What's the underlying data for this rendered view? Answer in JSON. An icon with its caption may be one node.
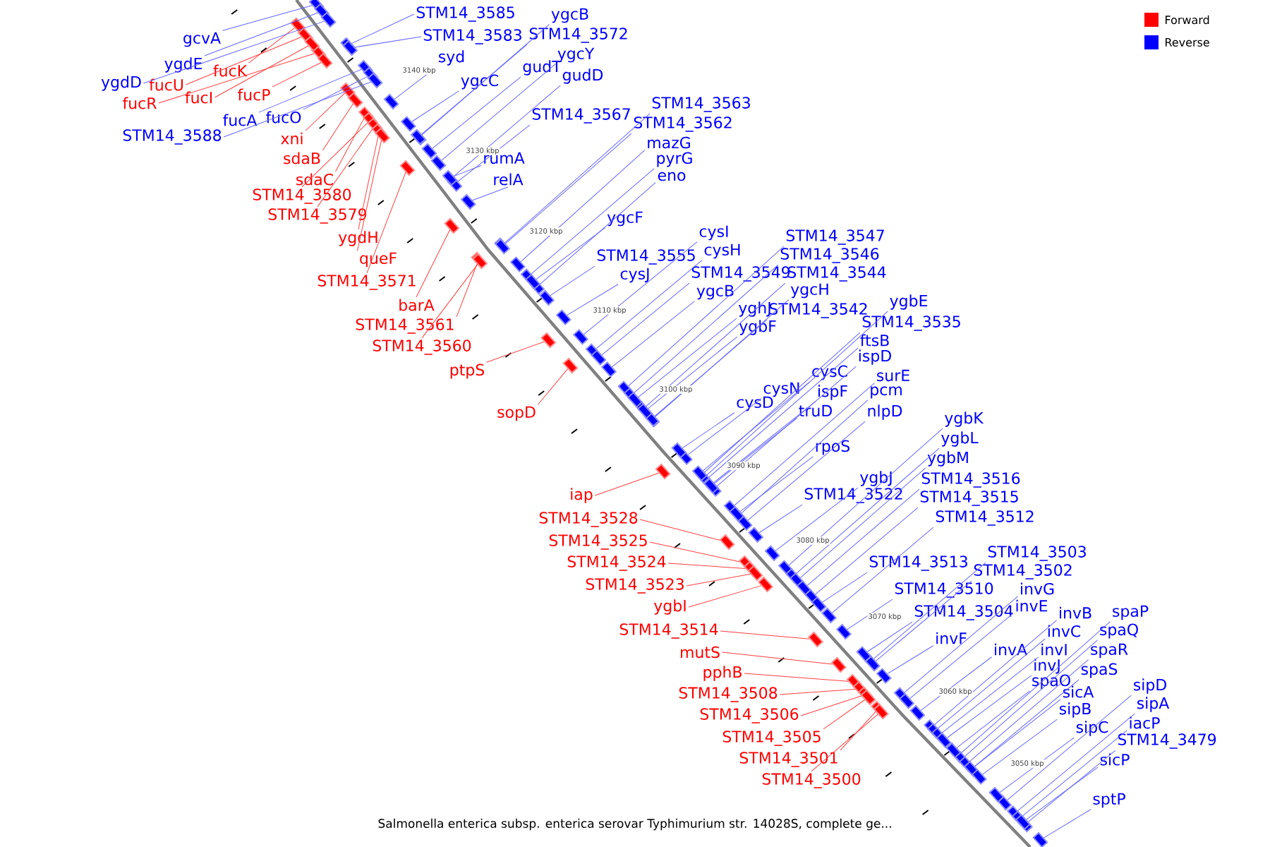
{
  "diagram": {
    "caption": "Salmonella enterica subsp. enterica serovar Typhimurium str. 14028S, complete ge...",
    "nodes": [
      {
        "text": [
          "gcvA"
        ]
      },
      {
        "text": [
          "ygdE"
        ]
      },
      {
        "text": [
          "fucK"
        ]
      },
      {
        "text": [
          "ygdD"
        ]
      },
      {
        "text": [
          "fucU"
        ]
      },
      {
        "text": [
          "fucR"
        ]
      },
      {
        "text": [
          "fucI"
        ]
      },
      {
        "text": [
          "fucP"
        ]
      },
      {
        "text": [
          "fucA"
        ]
      },
      {
        "text": [
          "fucO"
        ]
      },
      {
        "text": [
          "STM14_3588"
        ]
      },
      {
        "text": [
          "xni"
        ]
      },
      {
        "text": [
          "sdaB"
        ]
      },
      {
        "text": [
          "sdaC"
        ]
      },
      {
        "text": [
          "STM14_3580"
        ]
      },
      {
        "text": [
          "STM14_3579"
        ]
      },
      {
        "text": [
          "ygdH"
        ]
      },
      {
        "text": [
          "queF"
        ]
      },
      {
        "text": [
          "STM14_3571"
        ]
      },
      {
        "text": [
          "barA"
        ]
      },
      {
        "text": [
          "STM14_3561"
        ]
      },
      {
        "text": [
          "STM14_3560"
        ]
      },
      {
        "text": [
          "ptpS"
        ]
      },
      {
        "text": [
          "sopD"
        ]
      },
      {
        "text": [
          "iap"
        ]
      },
      {
        "text": [
          "STM14_3528"
        ]
      },
      {
        "text": [
          "STM14_3525"
        ]
      },
      {
        "text": [
          "STM14_3524"
        ]
      },
      {
        "text": [
          "STM14_3523"
        ]
      },
      {
        "text": [
          "ygbI"
        ]
      },
      {
        "text": [
          "STM14_3514"
        ]
      },
      {
        "text": [
          "mutS"
        ]
      },
      {
        "text": [
          "pphB"
        ]
      },
      {
        "text": [
          "STM14_3508"
        ]
      },
      {
        "text": [
          "STM14_3506"
        ]
      },
      {
        "text": [
          "STM14_3505"
        ]
      },
      {
        "text": [
          "STM14_3501"
        ]
      },
      {
        "text": [
          "STM14_3500"
        ]
      },
      {
        "text": [
          "STM14_3585"
        ]
      },
      {
        "text": [
          "ygcB"
        ]
      },
      {
        "text": [
          "STM14_3583"
        ]
      },
      {
        "text": [
          "STM14_3572"
        ]
      },
      {
        "text": [
          "ygcY"
        ]
      },
      {
        "text": [
          "syd"
        ]
      },
      {
        "text": [
          "gudT"
        ]
      },
      {
        "text": [
          "gudD"
        ]
      },
      {
        "text": [
          "ygcC"
        ]
      },
      {
        "text": [
          "STM14_3563"
        ]
      },
      {
        "text": [
          "STM14_3567"
        ]
      },
      {
        "text": [
          "STM14_3562"
        ]
      },
      {
        "text": [
          "mazG"
        ]
      },
      {
        "text": [
          "rumA"
        ]
      },
      {
        "text": [
          "pyrG"
        ]
      },
      {
        "text": [
          "eno"
        ]
      },
      {
        "text": [
          "relA"
        ]
      },
      {
        "text": [
          "ygcF"
        ]
      },
      {
        "text": [
          "cysI"
        ]
      },
      {
        "text": [
          "STM14_3547"
        ]
      },
      {
        "text": [
          "cysH"
        ]
      },
      {
        "text": [
          "STM14_3546"
        ]
      },
      {
        "text": [
          "STM14_3555"
        ]
      },
      {
        "text": [
          "STM14_3549"
        ]
      },
      {
        "text": [
          "STM14_3544"
        ]
      },
      {
        "text": [
          "cysJ"
        ]
      },
      {
        "text": [
          "ygcH"
        ]
      },
      {
        "text": [
          "ygcB"
        ]
      },
      {
        "text": [
          "ygbE"
        ]
      },
      {
        "text": [
          "STM14_3542"
        ]
      },
      {
        "text": [
          "yghJ"
        ]
      },
      {
        "text": [
          "STM14_3535"
        ]
      },
      {
        "text": [
          "ygbF"
        ]
      },
      {
        "text": [
          "ftsB"
        ]
      },
      {
        "text": [
          "ispD"
        ]
      },
      {
        "text": [
          "cysC"
        ]
      },
      {
        "text": [
          "surE"
        ]
      },
      {
        "text": [
          "cysN"
        ]
      },
      {
        "text": [
          "ispF"
        ]
      },
      {
        "text": [
          "pcm"
        ]
      },
      {
        "text": [
          "cysD"
        ]
      },
      {
        "text": [
          "truD"
        ]
      },
      {
        "text": [
          "nlpD"
        ]
      },
      {
        "text": [
          "ygbK"
        ]
      },
      {
        "text": [
          "ygbL"
        ]
      },
      {
        "text": [
          "rpoS"
        ]
      },
      {
        "text": [
          "ygbM"
        ]
      },
      {
        "text": [
          "ygbJ"
        ]
      },
      {
        "text": [
          "STM14_3516"
        ]
      },
      {
        "text": [
          "STM14_3522"
        ]
      },
      {
        "text": [
          "STM14_3515"
        ]
      },
      {
        "text": [
          "STM14_3512"
        ]
      },
      {
        "text": [
          "STM14_3503"
        ]
      },
      {
        "text": [
          "STM14_3513"
        ]
      },
      {
        "text": [
          "STM14_3502"
        ]
      },
      {
        "text": [
          "invG"
        ]
      },
      {
        "text": [
          "STM14_3510"
        ]
      },
      {
        "text": [
          "invE"
        ]
      },
      {
        "text": [
          "invB"
        ]
      },
      {
        "text": [
          "spaP"
        ]
      },
      {
        "text": [
          "STM14_3504"
        ]
      },
      {
        "text": [
          "invC"
        ]
      },
      {
        "text": [
          "spaQ"
        ]
      },
      {
        "text": [
          "invF"
        ]
      },
      {
        "text": [
          "invA"
        ]
      },
      {
        "text": [
          "invI"
        ]
      },
      {
        "text": [
          "spaR"
        ]
      },
      {
        "text": [
          "invJ"
        ]
      },
      {
        "text": [
          "spaS"
        ]
      },
      {
        "text": [
          "spaO"
        ]
      },
      {
        "text": [
          "sipD"
        ]
      },
      {
        "text": [
          "sicA"
        ]
      },
      {
        "text": [
          "sipA"
        ]
      },
      {
        "text": [
          "sipB"
        ]
      },
      {
        "text": [
          "iacP"
        ]
      },
      {
        "text": [
          "sipC"
        ]
      },
      {
        "text": [
          "STM14_3479"
        ]
      },
      {
        "text": [
          "sicP"
        ]
      },
      {
        "text": [
          "sptP"
        ]
      },
      {
        "text": [],
        "shape": "box"
      },
      {
        "text": [],
        "shape": "box"
      },
      {
        "text": [],
        "shape": "box"
      },
      {
        "text": [],
        "shape": "box"
      },
      {
        "text": [],
        "shape": "box"
      },
      {
        "text": [],
        "shape": "box"
      },
      {
        "text": [],
        "shape": "box"
      },
      {
        "text": [],
        "shape": "box"
      },
      {
        "text": [],
        "shape": "box"
      },
      {
        "text": [],
        "shape": "box"
      },
      {
        "text": [],
        "shape": "box"
      },
      {
        "text": [],
        "shape": "box"
      },
      {
        "text": [],
        "shape": "box"
      },
      {
        "text": [],
        "shape": "box"
      },
      {
        "text": [],
        "shape": "box"
      },
      {
        "text": [],
        "shape": "box"
      },
      {
        "text": [],
        "shape": "box"
      },
      {
        "text": [],
        "shape": "box"
      },
      {
        "text": [],
        "shape": "box"
      },
      {
        "text": [],
        "shape": "box"
      },
      {
        "text": [],
        "shape": "box"
      },
      {
        "text": [],
        "shape": "box"
      },
      {
        "text": [],
        "shape": "box"
      },
      {
        "text": [],
        "shape": "box"
      },
      {
        "text": [],
        "shape": "box"
      },
      {
        "text": [],
        "shape": "box"
      },
      {
        "text": [],
        "shape": "box"
      },
      {
        "text": [],
        "shape": "box"
      },
      {
        "text": [],
        "shape": "box"
      },
      {
        "text": [],
        "shape": "box"
      },
      {
        "text": [],
        "shape": "box"
      },
      {
        "text": [],
        "shape": "box"
      },
      {
        "text": [],
        "shape": "box"
      },
      {
        "text": [],
        "shape": "box"
      },
      {
        "text": [],
        "shape": "box"
      },
      {
        "text": [],
        "shape": "box"
      },
      {
        "text": [],
        "shape": "box"
      },
      {
        "text": [],
        "shape": "box"
      },
      {
        "text": [],
        "shape": "box"
      },
      {
        "text": [],
        "shape": "box"
      },
      {
        "text": [],
        "shape": "box"
      },
      {
        "text": [],
        "shape": "box"
      },
      {
        "text": [],
        "shape": "box"
      },
      {
        "text": [],
        "shape": "box"
      },
      {
        "text": [],
        "shape": "box"
      },
      {
        "text": [],
        "shape": "box"
      },
      {
        "text": [],
        "shape": "box"
      },
      {
        "text": [],
        "shape": "box"
      },
      {
        "text": [],
        "shape": "box"
      },
      {
        "text": [],
        "shape": "box"
      },
      {
        "text": [],
        "shape": "box"
      },
      {
        "text": [],
        "shape": "box"
      },
      {
        "text": [],
        "shape": "box"
      },
      {
        "text": [],
        "shape": "box"
      },
      {
        "text": [],
        "shape": "box"
      },
      {
        "text": [],
        "shape": "box"
      },
      {
        "text": [],
        "shape": "box"
      },
      {
        "text": [],
        "shape": "box"
      },
      {
        "text": [],
        "shape": "box"
      },
      {
        "text": [],
        "shape": "box"
      },
      {
        "text": [],
        "shape": "box"
      },
      {
        "text": [],
        "shape": "box"
      },
      {
        "text": [],
        "shape": "box"
      },
      {
        "text": [],
        "shape": "box"
      },
      {
        "text": [],
        "shape": "box"
      },
      {
        "text": [],
        "shape": "box"
      },
      {
        "text": [],
        "shape": "box"
      },
      {
        "text": [],
        "shape": "box"
      },
      {
        "text": [],
        "shape": "box"
      },
      {
        "text": [],
        "shape": "box"
      },
      {
        "text": [],
        "shape": "box"
      },
      {
        "text": [],
        "shape": "box"
      },
      {
        "text": [],
        "shape": "box"
      },
      {
        "text": [],
        "shape": "box"
      },
      {
        "text": [],
        "shape": "box"
      },
      {
        "text": [],
        "shape": "box"
      },
      {
        "text": [],
        "shape": "box"
      },
      {
        "text": [],
        "shape": "box"
      },
      {
        "text": [],
        "shape": "box"
      },
      {
        "text": [],
        "shape": "box"
      },
      {
        "text": [],
        "shape": "box"
      },
      {
        "text": [],
        "shape": "box"
      },
      {
        "text": [],
        "shape": "box"
      },
      {
        "text": [],
        "shape": "box"
      },
      {
        "text": [],
        "shape": "box"
      },
      {
        "text": [],
        "shape": "box"
      },
      {
        "text": [],
        "shape": "box"
      },
      {
        "text": [],
        "shape": "box"
      },
      {
        "text": [],
        "shape": "box"
      },
      {
        "text": [],
        "shape": "box"
      },
      {
        "text": [],
        "shape": "box"
      },
      {
        "text": [],
        "shape": "box"
      },
      {
        "text": [],
        "shape": "box"
      },
      {
        "text": [],
        "shape": "box"
      },
      {
        "text": [],
        "shape": "box"
      },
      {
        "text": [],
        "shape": "box"
      },
      {
        "text": [],
        "shape": "box"
      },
      {
        "text": [],
        "shape": "box"
      },
      {
        "text": [],
        "shape": "box"
      },
      {
        "text": [],
        "shape": "box"
      },
      {
        "text": [],
        "shape": "box"
      },
      {
        "text": [],
        "shape": "box"
      },
      {
        "text": [],
        "shape": "box"
      },
      {
        "text": [],
        "shape": "box"
      },
      {
        "text": [],
        "shape": "box"
      },
      {
        "text": [],
        "shape": "box"
      },
      {
        "text": [],
        "shape": "box"
      },
      {
        "text": [],
        "shape": "box"
      },
      {
        "text": [],
        "shape": "box"
      },
      {
        "text": [],
        "shape": "box"
      },
      {
        "text": [],
        "shape": "box"
      },
      {
        "text": [],
        "shape": "box"
      },
      {
        "text": [],
        "shape": "box"
      },
      {
        "text": [],
        "shape": "box"
      },
      {
        "text": [],
        "shape": "box"
      },
      {
        "text": [],
        "shape": "box"
      },
      {
        "text": [],
        "shape": "box"
      }
    ],
    "edges": [
      {
        "from": 0,
        "to": 117,
        "arrow": "none"
      },
      {
        "from": 1,
        "to": 118,
        "arrow": "none"
      },
      {
        "from": 2,
        "to": 119,
        "arrow": "none",
        "color": "#ff4040"
      },
      {
        "from": 3,
        "to": 120,
        "arrow": "none"
      },
      {
        "from": 4,
        "to": 121,
        "arrow": "none",
        "color": "#ff4040"
      },
      {
        "from": 5,
        "to": 122,
        "arrow": "none",
        "color": "#ff4040"
      },
      {
        "from": 6,
        "to": 123,
        "arrow": "none",
        "color": "#ff4040"
      },
      {
        "from": 7,
        "to": 124,
        "arrow": "none",
        "color": "#ff4040"
      },
      {
        "from": 8,
        "to": 125,
        "arrow": "none"
      },
      {
        "from": 9,
        "to": 126,
        "arrow": "none"
      },
      {
        "from": 10,
        "to": 127,
        "arrow": "none"
      },
      {
        "from": 11,
        "to": 128,
        "arrow": "none",
        "color": "#ff4040"
      },
      {
        "from": 12,
        "to": 129,
        "arrow": "none",
        "color": "#ff4040"
      },
      {
        "from": 13,
        "to": 130,
        "arrow": "none",
        "color": "#ff4040"
      },
      {
        "from": 14,
        "to": 131,
        "arrow": "none",
        "color": "#ff4040"
      },
      {
        "from": 15,
        "to": 132,
        "arrow": "none",
        "color": "#ff4040"
      },
      {
        "from": 16,
        "to": 133,
        "arrow": "none",
        "color": "#ff4040"
      },
      {
        "from": 17,
        "to": 134,
        "arrow": "none",
        "color": "#ff4040"
      },
      {
        "from": 18,
        "to": 135,
        "arrow": "none",
        "color": "#ff4040"
      },
      {
        "from": 19,
        "to": 136,
        "arrow": "none",
        "color": "#ff4040"
      },
      {
        "from": 20,
        "to": 137,
        "arrow": "none",
        "color": "#ff4040"
      },
      {
        "from": 21,
        "to": 138,
        "arrow": "none",
        "color": "#ff4040"
      },
      {
        "from": 22,
        "to": 139,
        "arrow": "none",
        "color": "#ff4040"
      },
      {
        "from": 23,
        "to": 140,
        "arrow": "none",
        "color": "#ff4040"
      },
      {
        "from": 24,
        "to": 141,
        "arrow": "none",
        "color": "#ff4040"
      },
      {
        "from": 25,
        "to": 142,
        "arrow": "none",
        "color": "#ff4040"
      },
      {
        "from": 26,
        "to": 143,
        "arrow": "none",
        "color": "#ff4040"
      },
      {
        "from": 27,
        "to": 144,
        "arrow": "none",
        "color": "#ff4040"
      },
      {
        "from": 28,
        "to": 145,
        "arrow": "none",
        "color": "#ff4040"
      },
      {
        "from": 29,
        "to": 146,
        "arrow": "none",
        "color": "#ff4040"
      },
      {
        "from": 30,
        "to": 147,
        "arrow": "none",
        "color": "#ff4040"
      },
      {
        "from": 31,
        "to": 148,
        "arrow": "none",
        "color": "#ff4040"
      },
      {
        "from": 32,
        "to": 149,
        "arrow": "none",
        "color": "#ff4040"
      },
      {
        "from": 33,
        "to": 150,
        "arrow": "none",
        "color": "#ff4040"
      },
      {
        "from": 34,
        "to": 151,
        "arrow": "none",
        "color": "#ff4040"
      },
      {
        "from": 35,
        "to": 152,
        "arrow": "none",
        "color": "#ff4040"
      },
      {
        "from": 36,
        "to": 153,
        "arrow": "none",
        "color": "#ff4040"
      },
      {
        "from": 37,
        "to": 154,
        "arrow": "none",
        "color": "#ff4040"
      },
      {
        "from": 38,
        "to": 155,
        "arrow": "none"
      },
      {
        "from": 39,
        "to": 156,
        "arrow": "none"
      },
      {
        "from": 40,
        "to": 157,
        "arrow": "none"
      },
      {
        "from": 41,
        "to": 158,
        "arrow": "none"
      },
      {
        "from": 42,
        "to": 159,
        "arrow": "none"
      },
      {
        "from": 43,
        "to": 160,
        "arrow": "none"
      },
      {
        "from": 44,
        "to": 161,
        "arrow": "none"
      },
      {
        "from": 45,
        "to": 162,
        "arrow": "none"
      },
      {
        "from": 46,
        "to": 163,
        "arrow": "none"
      },
      {
        "from": 47,
        "to": 164,
        "arrow": "none"
      },
      {
        "from": 48,
        "to": 165,
        "arrow": "none"
      },
      {
        "from": 49,
        "to": 166,
        "arrow": "none"
      },
      {
        "from": 50,
        "to": 167,
        "arrow": "none"
      },
      {
        "from": 51,
        "to": 168,
        "arrow": "none"
      },
      {
        "from": 52,
        "to": 169,
        "arrow": "none"
      },
      {
        "from": 53,
        "to": 170,
        "arrow": "none"
      },
      {
        "from": 54,
        "to": 171,
        "arrow": "none"
      },
      {
        "from": 55,
        "to": 172,
        "arrow": "none"
      },
      {
        "from": 56,
        "to": 173,
        "arrow": "none"
      },
      {
        "from": 57,
        "to": 174,
        "arrow": "none"
      },
      {
        "from": 58,
        "to": 175,
        "arrow": "none"
      },
      {
        "from": 59,
        "to": 176,
        "arrow": "none"
      },
      {
        "from": 60,
        "to": 177,
        "arrow": "none"
      },
      {
        "from": 61,
        "to": 178,
        "arrow": "none"
      },
      {
        "from": 62,
        "to": 179,
        "arrow": "none"
      },
      {
        "from": 63,
        "to": 180,
        "arrow": "none"
      },
      {
        "from": 64,
        "to": 181,
        "arrow": "none"
      },
      {
        "from": 65,
        "to": 182,
        "arrow": "none"
      },
      {
        "from": 66,
        "to": 183,
        "arrow": "none"
      },
      {
        "from": 67,
        "to": 184,
        "arrow": "none"
      },
      {
        "from": 68,
        "to": 185,
        "arrow": "none"
      },
      {
        "from": 69,
        "to": 186,
        "arrow": "none"
      },
      {
        "from": 70,
        "to": 187,
        "arrow": "none"
      },
      {
        "from": 71,
        "to": 188,
        "arrow": "none"
      },
      {
        "from": 72,
        "to": 189,
        "arrow": "none"
      },
      {
        "from": 73,
        "to": 190,
        "arrow": "none"
      },
      {
        "from": 74,
        "to": 191,
        "arrow": "none"
      },
      {
        "from": 75,
        "to": 192,
        "arrow": "none"
      },
      {
        "from": 76,
        "to": 193,
        "arrow": "none"
      },
      {
        "from": 77,
        "to": 194,
        "arrow": "none"
      },
      {
        "from": 78,
        "to": 195,
        "arrow": "none"
      },
      {
        "from": 79,
        "to": 196,
        "arrow": "none"
      },
      {
        "from": 80,
        "to": 197,
        "arrow": "none"
      },
      {
        "from": 81,
        "to": 198,
        "arrow": "none"
      },
      {
        "from": 82,
        "to": 199,
        "arrow": "none"
      },
      {
        "from": 83,
        "to": 200,
        "arrow": "none"
      },
      {
        "from": 84,
        "to": 201,
        "arrow": "none"
      },
      {
        "from": 85,
        "to": 202,
        "arrow": "none"
      },
      {
        "from": 86,
        "to": 203,
        "arrow": "none"
      },
      {
        "from": 87,
        "to": 204,
        "arrow": "none"
      },
      {
        "from": 88,
        "to": 205,
        "arrow": "none"
      },
      {
        "from": 89,
        "to": 206,
        "arrow": "none"
      },
      {
        "from": 90,
        "to": 207,
        "arrow": "none"
      },
      {
        "from": 91,
        "to": 208,
        "arrow": "none"
      },
      {
        "from": 92,
        "to": 209,
        "arrow": "none"
      },
      {
        "from": 93,
        "to": 210,
        "arrow": "none"
      },
      {
        "from": 94,
        "to": 211,
        "arrow": "none"
      },
      {
        "from": 95,
        "to": 212,
        "arrow": "none"
      },
      {
        "from": 96,
        "to": 213,
        "arrow": "none"
      },
      {
        "from": 97,
        "to": 214,
        "arrow": "none"
      },
      {
        "from": 98,
        "to": 215,
        "arrow": "none"
      },
      {
        "from": 99,
        "to": 216,
        "arrow": "none"
      },
      {
        "from": 100,
        "to": 217,
        "arrow": "none"
      },
      {
        "from": 101,
        "to": 218,
        "arrow": "none"
      },
      {
        "from": 102,
        "to": 219,
        "arrow": "none"
      },
      {
        "from": 103,
        "to": 220,
        "arrow": "none"
      },
      {
        "from": 104,
        "to": 221,
        "arrow": "none"
      },
      {
        "from": 105,
        "to": 222,
        "arrow": "none"
      },
      {
        "from": 106,
        "to": 223,
        "arrow": "none"
      },
      {
        "from": 107,
        "to": 224,
        "arrow": "none"
      },
      {
        "from": 108,
        "to": 225,
        "arrow": "none"
      },
      {
        "from": 109,
        "to": 226,
        "arrow": "none"
      },
      {
        "from": 110,
        "to": 227,
        "arrow": "none"
      },
      {
        "from": 111,
        "to": 228,
        "arrow": "none"
      },
      {
        "from": 112,
        "to": 229,
        "arrow": "none"
      },
      {
        "from": 113,
        "to": 230,
        "arrow": "none"
      },
      {
        "from": 114,
        "to": 231,
        "arrow": "none"
      },
      {
        "from": 115,
        "to": 232,
        "arrow": "none"
      },
      {
        "from": 116,
        "to": 233,
        "arrow": "none"
      }
    ],
    "labels": [
      "3140 kbp",
      "3130 kbp",
      "3120 kbp",
      "3110 kbp",
      "3100 kbp",
      "3090 kbp",
      "3080 kbp",
      "3070 kbp",
      "3060 kbp",
      "3050 kbp"
    ],
    "legend": [
      {
        "text": "Forward",
        "color": "#ff0000"
      },
      {
        "text": "Reverse",
        "color": "#0000ff"
      }
    ]
  }
}
